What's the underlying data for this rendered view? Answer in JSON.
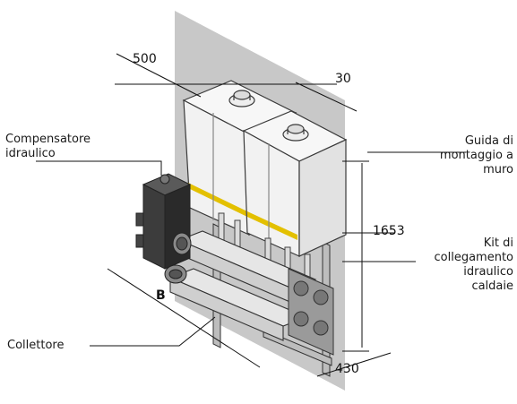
{
  "labels": {
    "compensatore": "Compensatore\nidraulico",
    "guida": "Guida di\nmontaggio a\nmuro",
    "kit": "Kit di\ncollegamento\nidraulico\ncaldaie",
    "collettore": "Collettore"
  },
  "dimensions": {
    "width_boilers": "500",
    "gap": "30",
    "height": "1653",
    "depth": "430",
    "collector_length": "B"
  },
  "colors": {
    "wall": "#c8c8c8",
    "boiler_body": "#f2f2f2",
    "boiler_outline": "#3a3a3a",
    "accent_stripe": "#e3c000",
    "compensator": "#3c3c3c",
    "pipe": "#dcdcdc"
  }
}
